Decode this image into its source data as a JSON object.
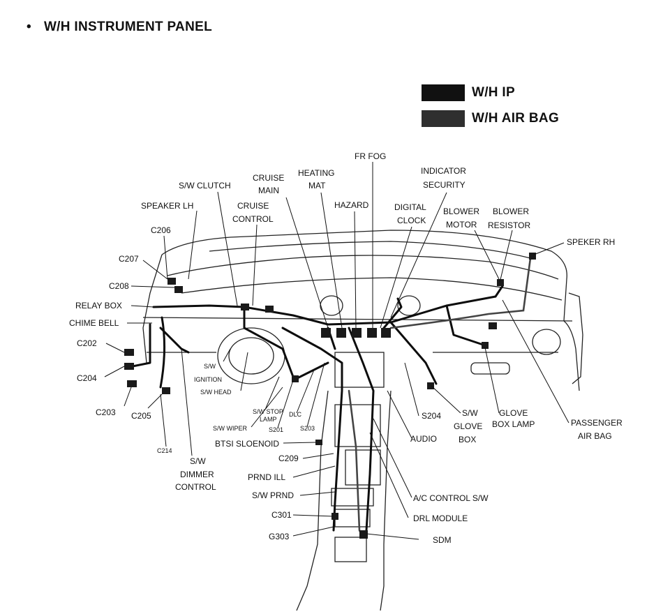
{
  "title": {
    "bullet": "•",
    "text": "W/H INSTRUMENT PANEL"
  },
  "legend": [
    {
      "label": "W/H IP",
      "color": "#111111"
    },
    {
      "label": "W/H AIR BAG",
      "color": "#2f2f2f"
    }
  ],
  "labels": {
    "fr_fog": "FR FOG",
    "heating_mat_1": "HEATING",
    "heating_mat_2": "MAT",
    "indicator": "INDICATOR",
    "security": "SECURITY",
    "cruise_main_1": "CRUISE",
    "cruise_main_2": "MAIN",
    "sw_clutch": "S/W CLUTCH",
    "hazard": "HAZARD",
    "digital_clock_1": "DIGITAL",
    "digital_clock_2": "CLOCK",
    "blower_motor_1": "BLOWER",
    "blower_motor_2": "MOTOR",
    "blower_resistor_1": "BLOWER",
    "blower_resistor_2": "RESISTOR",
    "speaker_lh": "SPEAKER LH",
    "cruise_control_1": "CRUISE",
    "cruise_control_2": "CONTROL",
    "c206": "C206",
    "speker_rh": "SPEKER RH",
    "c207": "C207",
    "c208": "C208",
    "relay_box": "RELAY BOX",
    "chime_bell": "CHIME BELL",
    "c202": "C202",
    "c204": "C204",
    "c203": "C203",
    "c205": "C205",
    "c214": "C214",
    "sw_dimmer_1": "S/W",
    "sw_dimmer_2": "DIMMER",
    "sw_dimmer_3": "CONTROL",
    "sw_ignition_1": "S/W",
    "sw_ignition_2": "IGNITION",
    "sw_head": "S/W HEAD",
    "sw_stop_lamp_1": "S/W STOP",
    "sw_stop_lamp_2": "LAMP",
    "sw_wiper": "S/W WIPER",
    "s201": "S201",
    "dlc": "DLC",
    "s203": "S203",
    "bts_solenoid": "BTSI SLOENOID",
    "c209": "C209",
    "prnd_ill": "PRND ILL",
    "sw_prnd": "S/W PRND",
    "c301": "C301",
    "g303": "G303",
    "s204": "S204",
    "audio": "AUDIO",
    "sw_glove_box_1": "S/W",
    "sw_glove_box_2": "GLOVE",
    "sw_glove_box_3": "BOX",
    "glove_box_lamp_1": "GLOVE",
    "glove_box_lamp_2": "BOX LAMP",
    "passenger_air_bag_1": "PASSENGER",
    "passenger_air_bag_2": "AIR BAG",
    "ac_control_sw": "A/C CONTROL S/W",
    "drl_module": "DRL MODULE",
    "sdm": "SDM"
  }
}
